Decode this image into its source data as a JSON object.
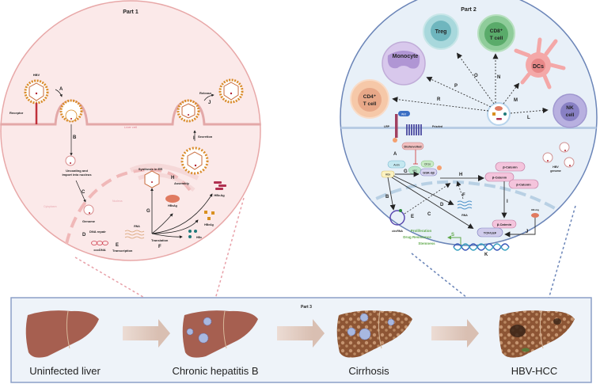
{
  "part1": {
    "title": "Part 1",
    "labels": {
      "hbv": "HBV",
      "receptor": "Receptor",
      "liver_cell": "Liver cell",
      "release": "Release",
      "secretion": "Secretion",
      "uncoating_line1": "Uncoating and",
      "uncoating_line2": "import into nucleus",
      "cytoplasm": "Cytoplasm",
      "nucleus": "Nucleus",
      "genome": "Genome",
      "dna_repair": "DNA repair",
      "cccdna": "cccDNA",
      "transcription": "Transcription",
      "rna": "RNA",
      "translation": "Translation",
      "synthesis_er": "Synthesis in ER",
      "assembly": "Assembly",
      "hbsag": "HBsAg",
      "hbcag": "HBcAg",
      "hbeag": "HBeAg",
      "hbx": "HBx"
    },
    "steps": {
      "A": "A",
      "B": "B",
      "C": "C",
      "D": "D",
      "E": "E",
      "F": "F",
      "G": "G",
      "H": "H",
      "I": "I",
      "J": "J"
    }
  },
  "part2": {
    "title": "Part 2",
    "immune_cells": {
      "treg": "Treg",
      "cd8_line1": "CD8⁺",
      "cd8_line2": "T cell",
      "monocyte": "Monocyte",
      "dcs": "DCs",
      "cd4_line1": "CD4⁺",
      "cd4_line2": "T cell",
      "nk_line1": "NK",
      "nk_line2": "cell"
    },
    "signaling": {
      "wnt": "Wnt",
      "lrp": "LRP",
      "frizzled": "Frizzled",
      "dishevelled": "Dishevelled",
      "axin": "Axin",
      "apc": "APC",
      "ck1a": "CK1α",
      "hbx": "HBx",
      "gsk3b": "GSK-3β",
      "beta_catenin": "β-Catenin",
      "tcf_lef": "TCF/LEF",
      "rna": "RNA",
      "circrna": "circRNA",
      "hbsag": "HBsAg",
      "hbv_genome_line1": "HBV",
      "hbv_genome_line2": "genome",
      "outcome_1": "Proliferation",
      "outcome_2": "Drug Resistance",
      "outcome_3": "Stemness"
    },
    "steps": {
      "A": "A",
      "B": "B",
      "C": "C",
      "D": "D",
      "E": "E",
      "F": "F",
      "G": "G",
      "H": "H",
      "I": "I",
      "J": "J",
      "K": "K",
      "L": "L",
      "M": "M",
      "N": "N",
      "O": "O",
      "P": "P",
      "R": "R",
      "S": "S"
    }
  },
  "part3": {
    "title": "Part 3",
    "stages": [
      {
        "label": "Uninfected liver"
      },
      {
        "label": "Chronic hepatitis B"
      },
      {
        "label": "Cirrhosis"
      },
      {
        "label": "HBV-HCC"
      }
    ]
  },
  "colors": {
    "part1_fill": "#fbe9e9",
    "part1_stroke": "#e8a8a8",
    "part2_fill": "#e8f0f8",
    "part2_stroke": "#6b85b8",
    "part3_fill": "#eef3f9",
    "part3_stroke": "#8b9fc7",
    "liver": "#a65f50",
    "cirrhotic_liver": "#8a5535",
    "arrow": "#d9c0b5",
    "green_outcome": "#5fa84a"
  }
}
